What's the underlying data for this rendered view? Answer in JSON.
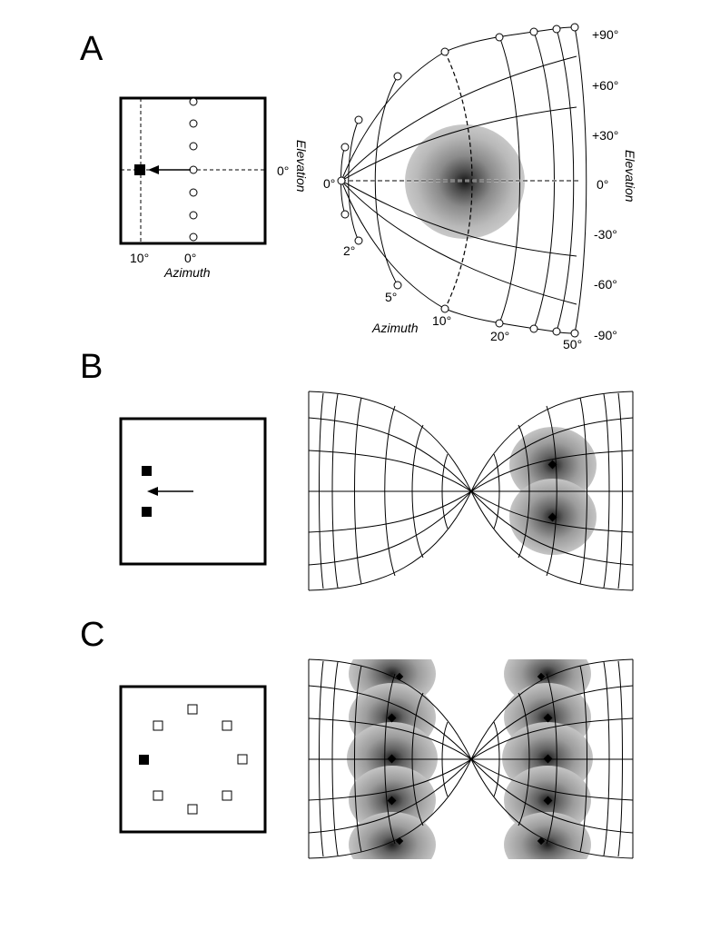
{
  "panels": [
    {
      "letter": "A",
      "stimulus": {
        "azimuth_ticks": [
          "10°",
          "0°"
        ],
        "azimuth_label": "Azimuth",
        "elevation_tick": "0°",
        "elevation_label": "Elevation",
        "filled_marker": "black-square",
        "open_markers": "open-circle-column",
        "arrow": "leftward-arrow"
      },
      "map": {
        "elevation_ticks": [
          "+90°",
          "+60°",
          "+30°",
          "0°",
          "-30°",
          "-60°",
          "-90°"
        ],
        "elevation_label": "Elevation",
        "azimuth_ticks": [
          "0°",
          "2°",
          "5°",
          "10°",
          "20°",
          "50°"
        ],
        "azimuth_label": "Azimuth",
        "activity_blobs": 1
      }
    },
    {
      "letter": "B",
      "stimulus": {
        "filled_markers": 2,
        "arrow": "leftward-arrow"
      },
      "map": {
        "activity_blobs": 2,
        "hemispheres": 2
      }
    },
    {
      "letter": "C",
      "stimulus": {
        "filled_markers": 1,
        "open_markers": 7
      },
      "map": {
        "activity_blobs": 10,
        "hemispheres": 2
      }
    }
  ],
  "colors": {
    "ink": "#000000",
    "paper": "#ffffff",
    "activity": "#7a7a7a"
  }
}
